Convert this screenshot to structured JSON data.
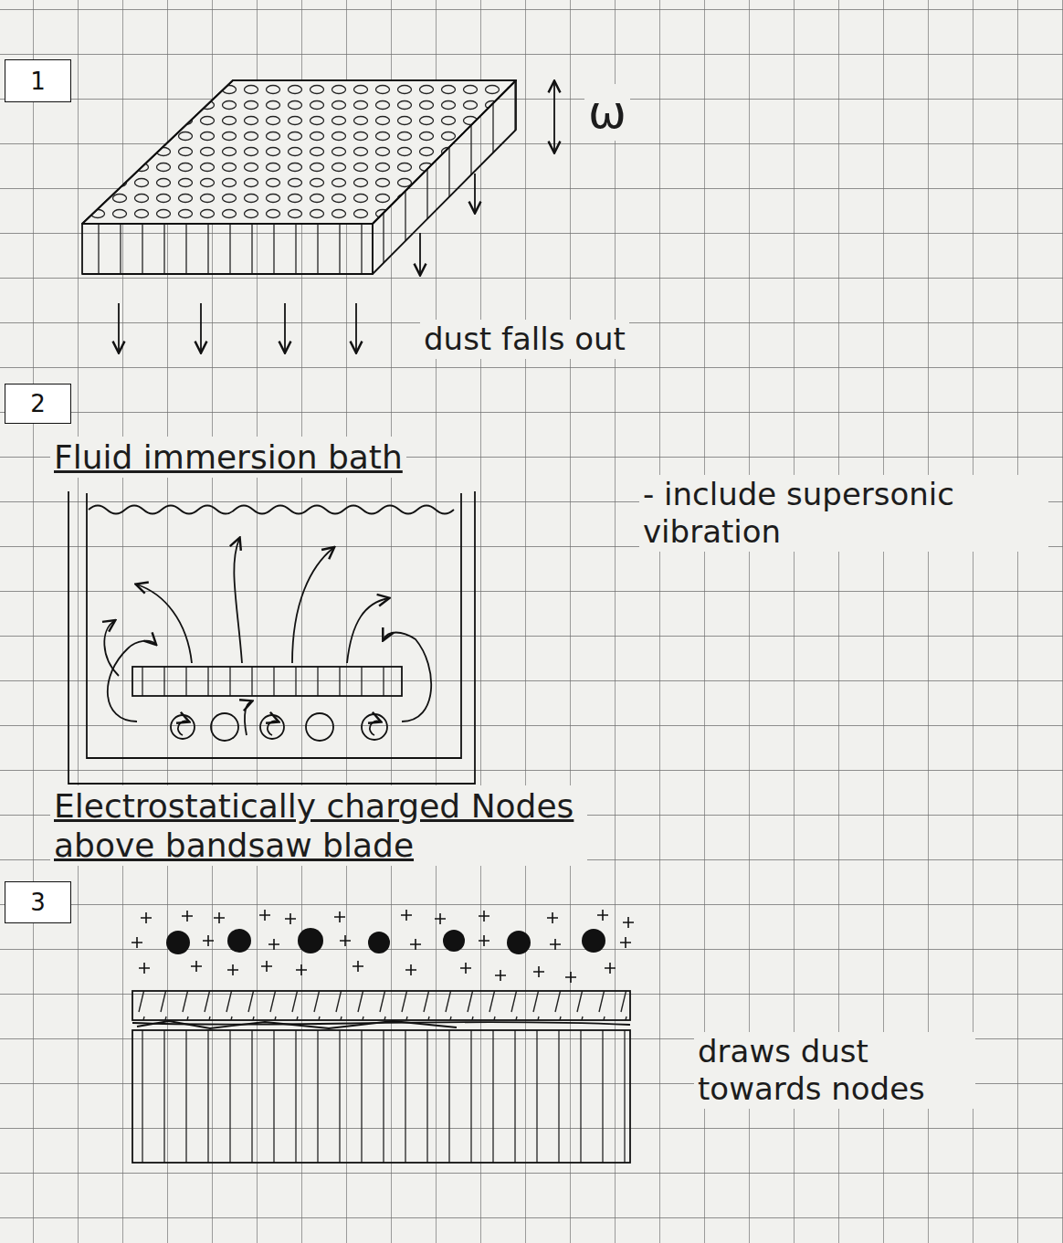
{
  "diagram": {
    "nodes": [
      {
        "text": [
          "1"
        ]
      },
      {
        "text": [
          "2"
        ]
      },
      {
        "text": [
          "3"
        ]
      }
    ],
    "labels": [
      "ω",
      "dust falls out",
      "Fluid immersion bath",
      "- include supersonic vibration",
      "Electrostatically charged Nodes above bandsaw blade",
      "draws dust towards nodes"
    ]
  }
}
